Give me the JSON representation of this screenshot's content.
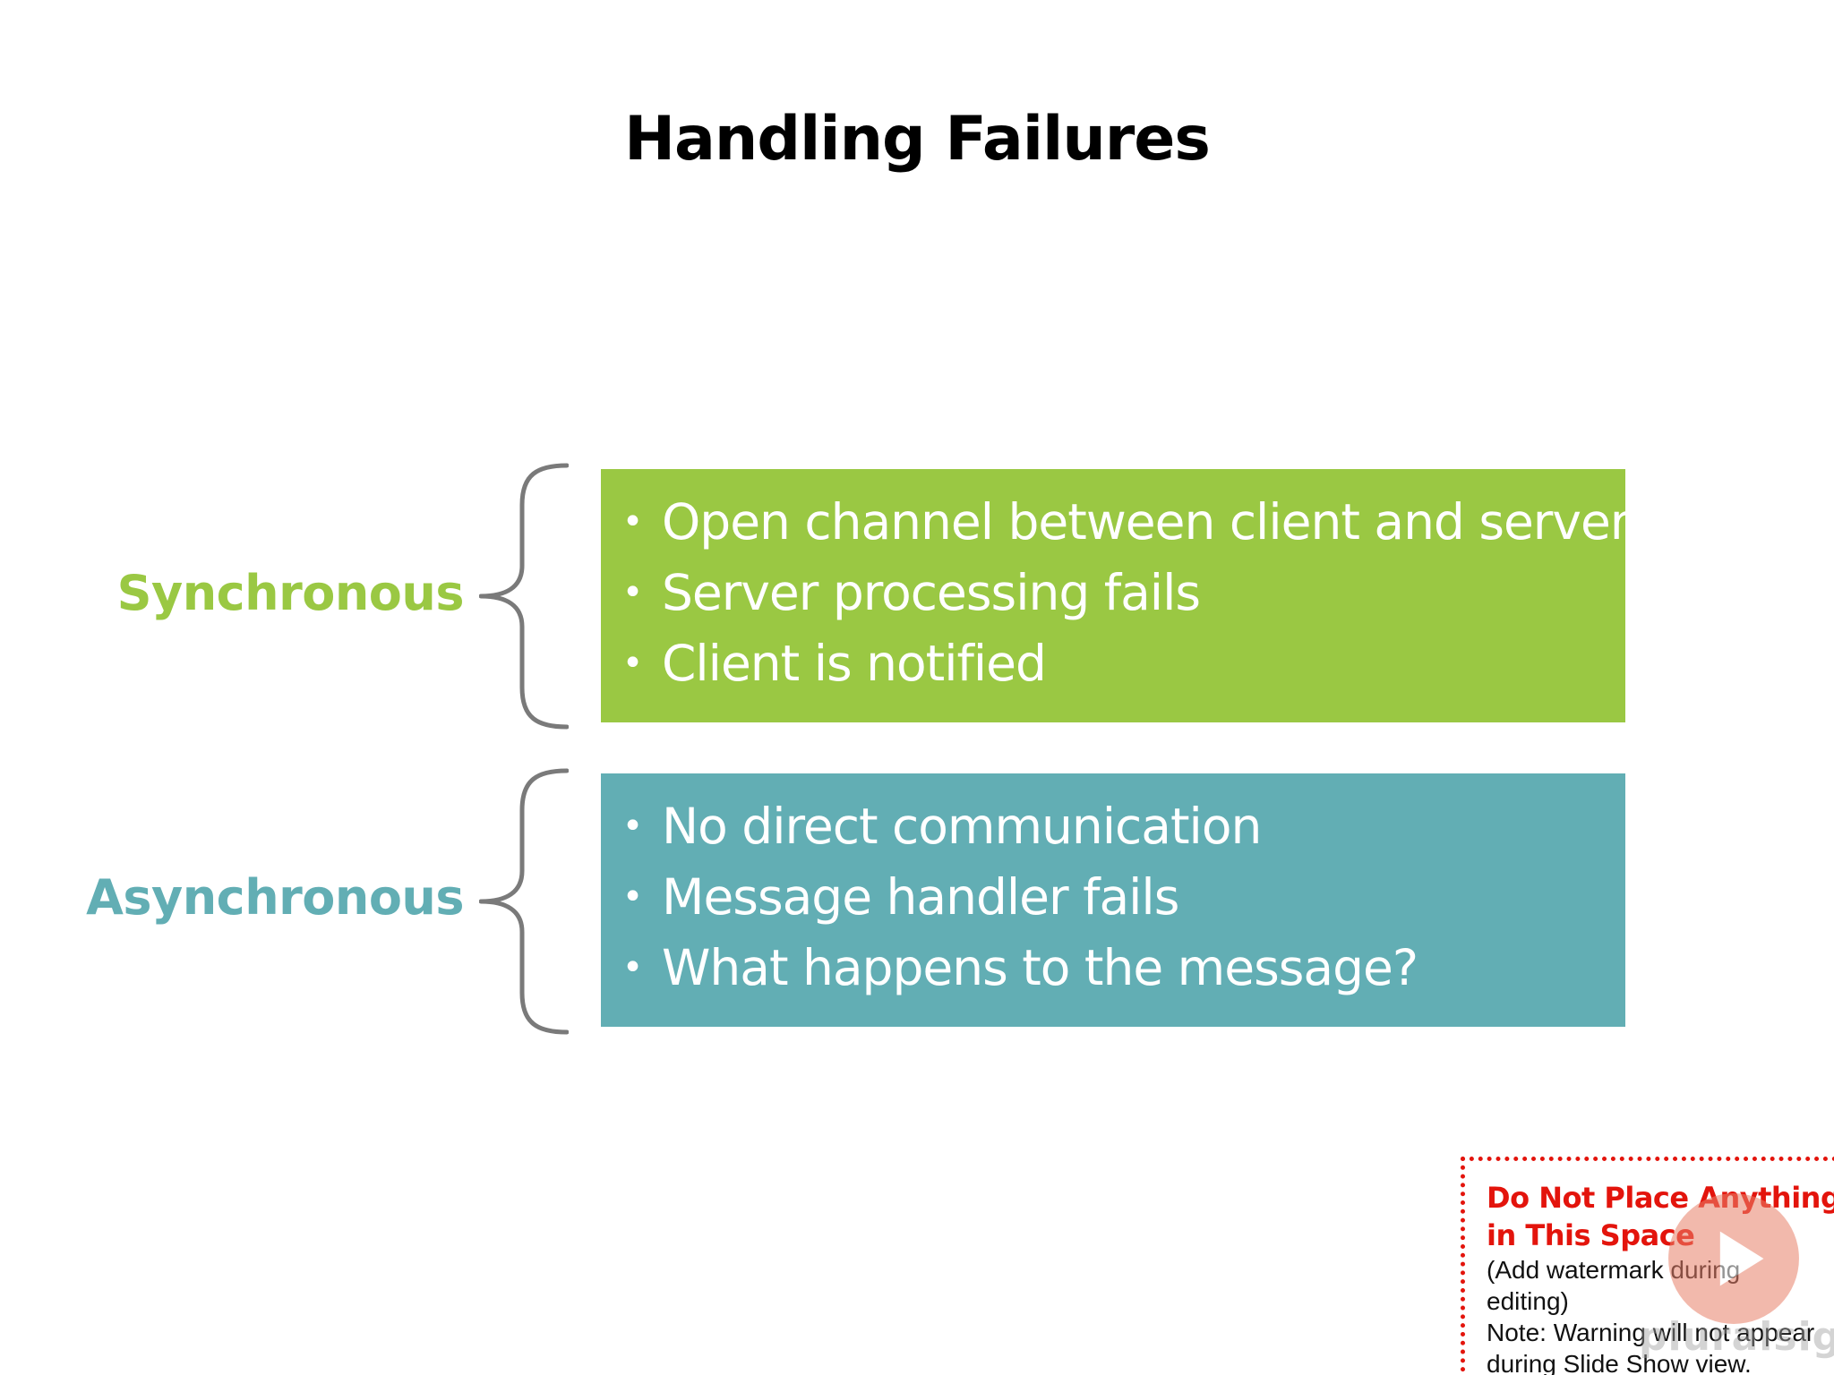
{
  "slide": {
    "title": "Handling Failures"
  },
  "colors": {
    "sync_green": "#9ac843",
    "async_teal": "#62aeb4",
    "brace_gray": "#7a7a7a",
    "warning_red": "#e3140c"
  },
  "groups": [
    {
      "label": "Synchronous",
      "bullets": [
        "Open channel between client and server",
        "Server processing fails",
        "Client is notified"
      ]
    },
    {
      "label": "Asynchronous",
      "bullets": [
        "No direct communication",
        "Message handler fails",
        "What happens to the message?"
      ]
    }
  ],
  "bullet_glyph": "•",
  "notice": {
    "heading_line1": "Do Not Place Anything",
    "heading_line2": "in This Space",
    "body_line1": "(Add watermark during",
    "body_line2": "editing)",
    "body_line3": "Note:  Warning will not appear",
    "body_line4": "during Slide Show view."
  },
  "watermark": {
    "brand_text": "pluralsight",
    "icon": "play-icon"
  }
}
